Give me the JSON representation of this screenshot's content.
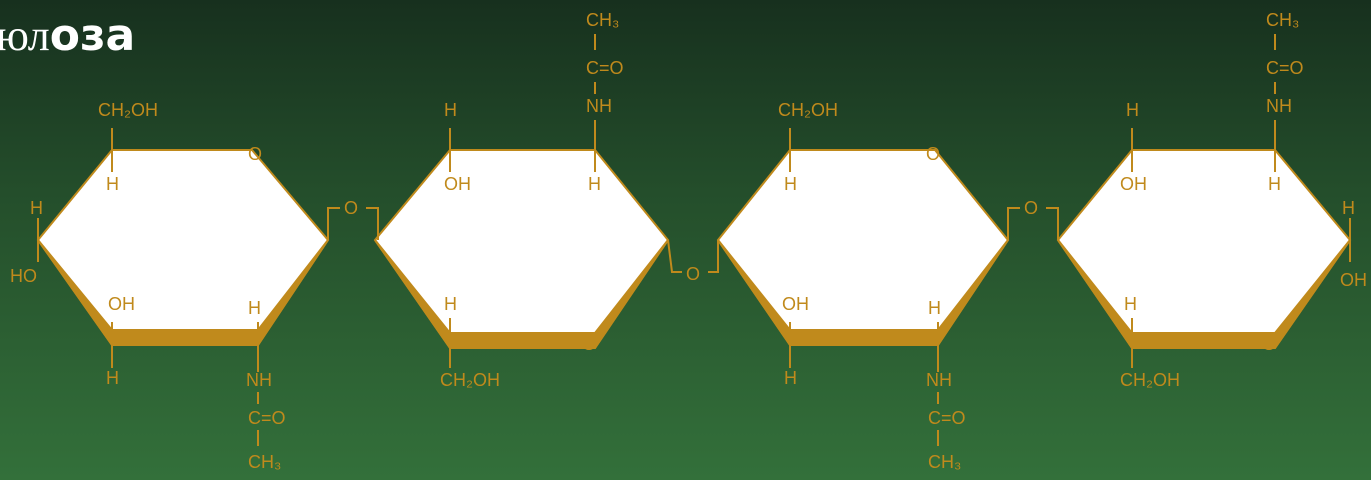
{
  "title": {
    "part1": "юл",
    "part2": "оза"
  },
  "colors": {
    "bond": "#c08a1c",
    "ring_fill": "#ffffff",
    "bg_top": "#17301e",
    "bg_bottom": "#33703a"
  },
  "labels": {
    "ch2oh": "CH₂OH",
    "oh": "OH",
    "ho": "HO",
    "h": "H",
    "o": "O",
    "nh": "NH",
    "c_o": "C=O",
    "ch3": "CH₃"
  }
}
